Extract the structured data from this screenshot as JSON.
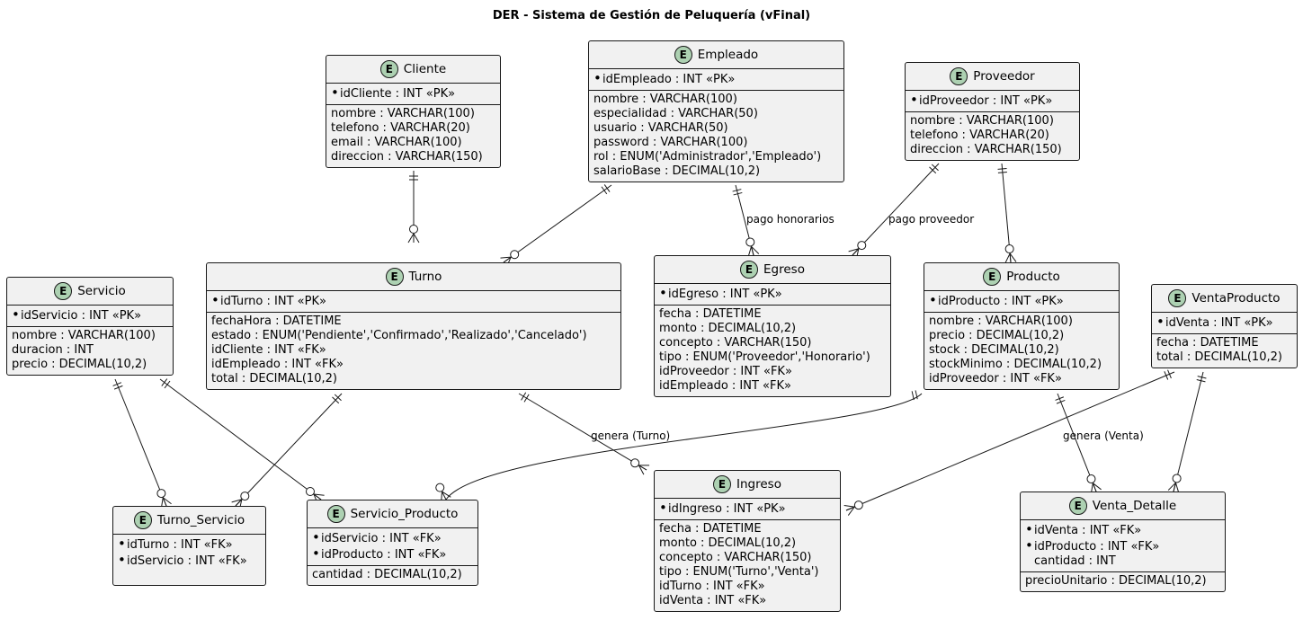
{
  "title": "DER - Sistema de Gestión de Peluquería (vFinal)",
  "badge": "E",
  "entities": {
    "cliente": {
      "name": "Cliente",
      "pk": [
        "idCliente : INT «PK»"
      ],
      "attrs": [
        "nombre : VARCHAR(100)",
        "telefono : VARCHAR(20)",
        "email : VARCHAR(100)",
        "direccion : VARCHAR(150)"
      ]
    },
    "empleado": {
      "name": "Empleado",
      "pk": [
        "idEmpleado : INT «PK»"
      ],
      "attrs": [
        "nombre : VARCHAR(100)",
        "especialidad : VARCHAR(50)",
        "usuario : VARCHAR(50)",
        "password : VARCHAR(100)",
        "rol : ENUM('Administrador','Empleado')",
        "salarioBase : DECIMAL(10,2)"
      ]
    },
    "proveedor": {
      "name": "Proveedor",
      "pk": [
        "idProveedor : INT «PK»"
      ],
      "attrs": [
        "nombre : VARCHAR(100)",
        "telefono : VARCHAR(20)",
        "direccion : VARCHAR(150)"
      ]
    },
    "servicio": {
      "name": "Servicio",
      "pk": [
        "idServicio : INT «PK»"
      ],
      "attrs": [
        "nombre : VARCHAR(100)",
        "duracion : INT",
        "precio : DECIMAL(10,2)"
      ]
    },
    "turno": {
      "name": "Turno",
      "pk": [
        "idTurno : INT «PK»"
      ],
      "attrs": [
        "fechaHora : DATETIME",
        "estado : ENUM('Pendiente','Confirmado','Realizado','Cancelado')",
        "idCliente : INT «FK»",
        "idEmpleado : INT «FK»",
        "total : DECIMAL(10,2)"
      ]
    },
    "egreso": {
      "name": "Egreso",
      "pk": [
        "idEgreso : INT «PK»"
      ],
      "attrs": [
        "fecha : DATETIME",
        "monto : DECIMAL(10,2)",
        "concepto : VARCHAR(150)",
        "tipo : ENUM('Proveedor','Honorario')",
        "idProveedor : INT «FK»",
        "idEmpleado : INT «FK»"
      ]
    },
    "producto": {
      "name": "Producto",
      "pk": [
        "idProducto : INT «PK»"
      ],
      "attrs": [
        "nombre : VARCHAR(100)",
        "precio : DECIMAL(10,2)",
        "stock : DECIMAL(10,2)",
        "stockMinimo : DECIMAL(10,2)",
        "idProveedor : INT «FK»"
      ]
    },
    "ventaproducto": {
      "name": "VentaProducto",
      "pk": [
        "idVenta : INT «PK»"
      ],
      "attrs": [
        "fecha : DATETIME",
        "total : DECIMAL(10,2)"
      ]
    },
    "turno_servicio": {
      "name": "Turno_Servicio",
      "pk": [
        "idTurno : INT «FK»",
        "idServicio : INT «FK»"
      ],
      "attrs": []
    },
    "servicio_producto": {
      "name": "Servicio_Producto",
      "pk": [
        "idServicio : INT «FK»",
        "idProducto : INT «FK»"
      ],
      "attrs": [
        "cantidad : DECIMAL(10,2)"
      ]
    },
    "ingreso": {
      "name": "Ingreso",
      "pk": [
        "idIngreso : INT «PK»"
      ],
      "attrs": [
        "fecha : DATETIME",
        "monto : DECIMAL(10,2)",
        "concepto : VARCHAR(150)",
        "tipo : ENUM('Turno','Venta')",
        "idTurno : INT «FK»",
        "idVenta : INT «FK»"
      ]
    },
    "venta_detalle": {
      "name": "Venta_Detalle",
      "pk": [
        "idVenta : INT «FK»",
        "idProducto : INT «FK»"
      ],
      "pk_plain": [
        "cantidad : INT"
      ],
      "attrs": [
        "precioUnitario : DECIMAL(10,2)"
      ]
    }
  },
  "relations": [
    {
      "from": "cliente",
      "to": "turno",
      "label": ""
    },
    {
      "from": "empleado",
      "to": "turno",
      "label": ""
    },
    {
      "from": "empleado",
      "to": "egreso",
      "label": "pago honorarios"
    },
    {
      "from": "proveedor",
      "to": "egreso",
      "label": "pago proveedor"
    },
    {
      "from": "proveedor",
      "to": "producto",
      "label": ""
    },
    {
      "from": "servicio",
      "to": "turno_servicio",
      "label": ""
    },
    {
      "from": "servicio",
      "to": "servicio_producto",
      "label": ""
    },
    {
      "from": "turno",
      "to": "turno_servicio",
      "label": ""
    },
    {
      "from": "turno",
      "to": "ingreso",
      "label": "genera (Turno)"
    },
    {
      "from": "producto",
      "to": "servicio_producto",
      "label": ""
    },
    {
      "from": "producto",
      "to": "venta_detalle",
      "label": ""
    },
    {
      "from": "ventaproducto",
      "to": "ingreso",
      "label": "genera (Venta)"
    },
    {
      "from": "ventaproducto",
      "to": "venta_detalle",
      "label": ""
    }
  ],
  "colors": {
    "entity_fill": "#f1f1f1",
    "badge_fill": "#add1b2",
    "line": "#181818"
  }
}
